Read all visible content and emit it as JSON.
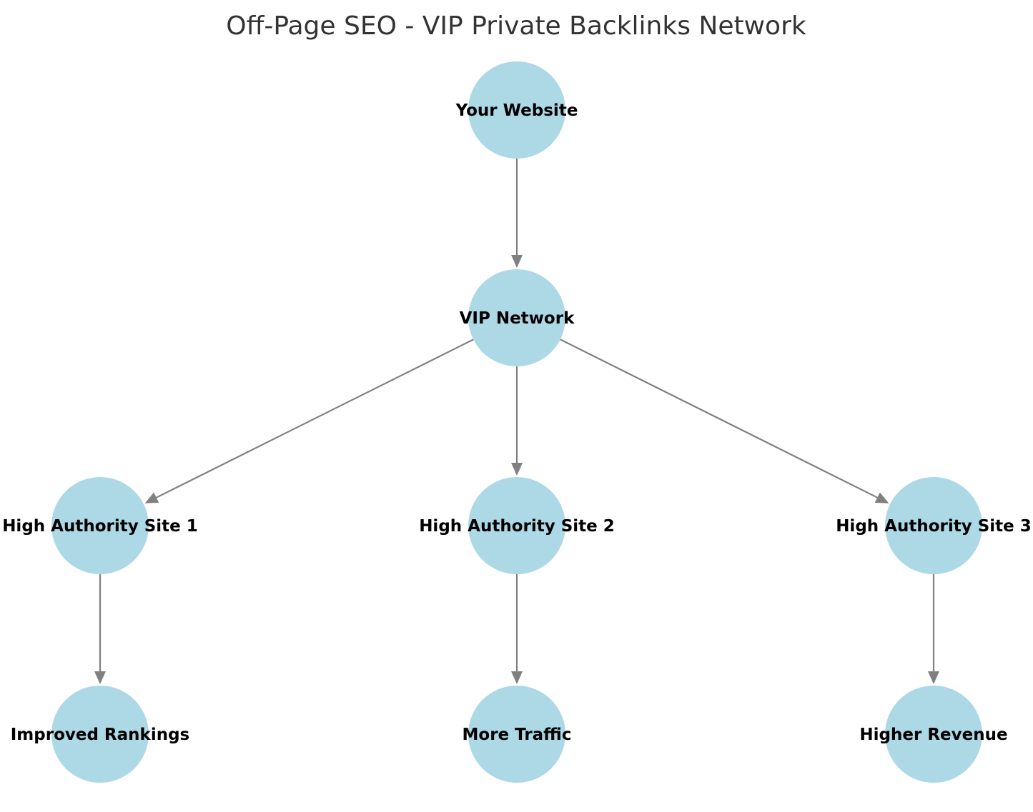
{
  "title": "Off-Page SEO - VIP Private Backlinks Network",
  "node_color": "#add8e6",
  "edge_color": "#808080",
  "nodes": [
    {
      "id": "website",
      "label": "Your Website"
    },
    {
      "id": "network",
      "label": "VIP Network"
    },
    {
      "id": "site1",
      "label": "High Authority Site 1"
    },
    {
      "id": "site2",
      "label": "High Authority Site 2"
    },
    {
      "id": "site3",
      "label": "High Authority Site 3"
    },
    {
      "id": "rankings",
      "label": "Improved Rankings"
    },
    {
      "id": "traffic",
      "label": "More Traffic"
    },
    {
      "id": "revenue",
      "label": "Higher Revenue"
    }
  ],
  "edges": [
    {
      "from": "website",
      "to": "network"
    },
    {
      "from": "network",
      "to": "site1"
    },
    {
      "from": "network",
      "to": "site2"
    },
    {
      "from": "network",
      "to": "site3"
    },
    {
      "from": "site1",
      "to": "rankings"
    },
    {
      "from": "site2",
      "to": "traffic"
    },
    {
      "from": "site3",
      "to": "revenue"
    }
  ]
}
